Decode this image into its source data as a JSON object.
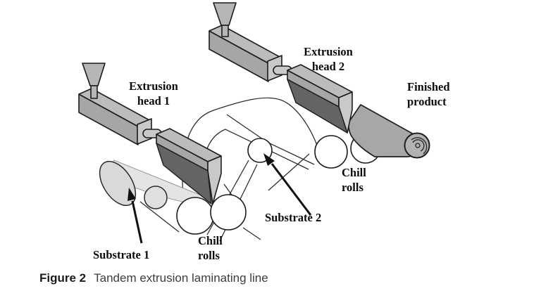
{
  "figure": {
    "caption_label": "Figure 2",
    "caption_text": "Tandem extrusion laminating line"
  },
  "labels": {
    "extrusion_head_1": "Extrusion\nhead 1",
    "extrusion_head_2": "Extrusion\nhead 2",
    "finished_product": "Finished\nproduct",
    "chill_rolls_1": "Chill\nrolls",
    "chill_rolls_2": "Chill\nrolls",
    "substrate_1": "Substrate 1",
    "substrate_2": "Substrate 2"
  },
  "colors": {
    "machine_gray": "#bcbcbc",
    "machine_shadow": "#a6a6a6",
    "die_blade_dark": "#646464",
    "substrate_web_light": "#e4e4e4",
    "finished_product_gray": "#a7a7a7",
    "chill_roll_white": "#ffffff",
    "outline": "#1c1c1c",
    "caption_text": "#3d3d3d"
  }
}
